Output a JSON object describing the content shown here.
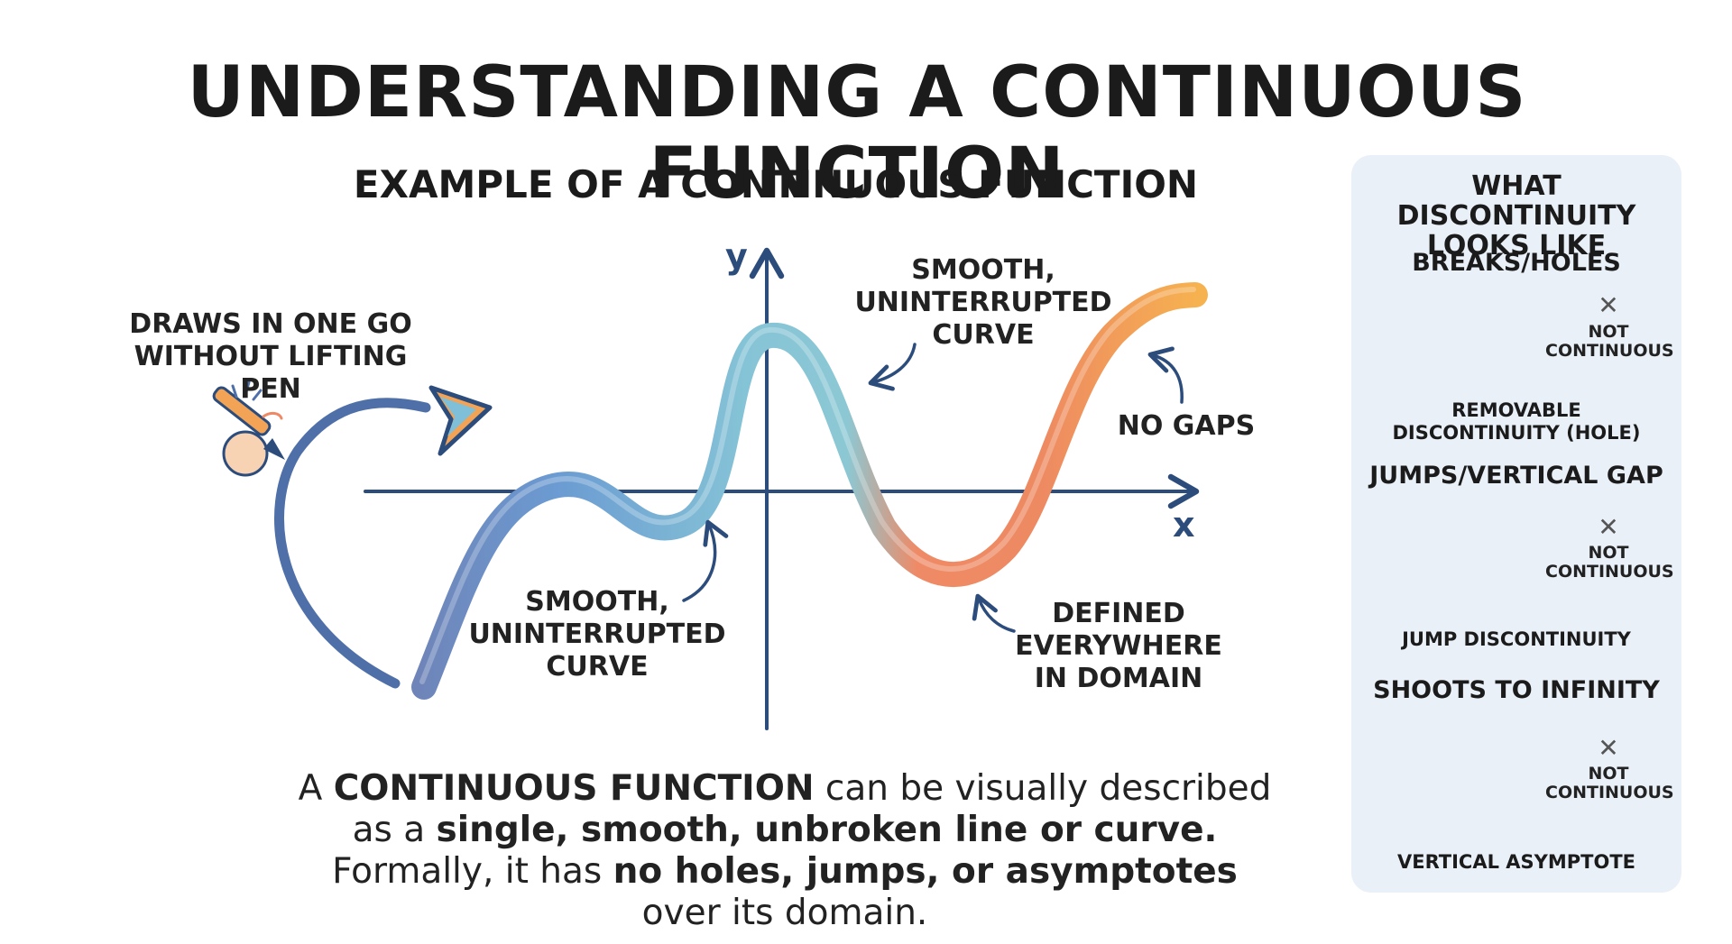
{
  "title": "UNDERSTANDING A CONTINUOUS FUNCTION",
  "example": {
    "subtitle": "EXAMPLE OF A CONTINUOUS FUNCTION",
    "axis_y": "y",
    "axis_x": "x",
    "annotations": {
      "draws_in_one_go": "DRAWS IN ONE GO\nWITHOUT LIFTING PEN",
      "smooth_top": "SMOOTH,\nUNINTERRUPTED\nCURVE",
      "smooth_bottom": "SMOOTH,\nUNINTERRUPTED\nCURVE",
      "no_gaps": "NO GAPS",
      "defined_everywhere": "DEFINED\nEVERYWHERE\nIN DOMAIN"
    }
  },
  "description": {
    "p1": "A ",
    "b1": "CONTINUOUS FUNCTION",
    "p2": " can be visually described as a ",
    "b2": "single, smooth, unbroken line or curve.",
    "p3": " Formally, it has ",
    "b3": "no holes, jumps, or asymptotes",
    "p4": " over its domain."
  },
  "panel": {
    "title": "WHAT DISCONTINUITY\nLOOKS LIKE",
    "examples": [
      {
        "heading": "BREAKS/HOLES",
        "not_label": "NOT\nCONTINUOUS",
        "caption": "REMOVABLE\nDISCONTINUITY (HOLE)"
      },
      {
        "heading": "JUMPS/VERTICAL GAP",
        "not_label": "NOT\nCONTINUOUS",
        "caption": "JUMP DISCONTINUITY"
      },
      {
        "heading": "SHOOTS TO INFINITY",
        "not_label": "NOT\nCONTINUOUS",
        "caption": "VERTICAL ASYMPTOTE"
      }
    ],
    "x_mark": "✕"
  },
  "colors": {
    "blue_dark": "#4e6fa8",
    "blue_mid": "#6b9bd2",
    "teal": "#85c3d6",
    "orange": "#f2a356",
    "coral": "#ee8865",
    "axis": "#2c4c7c",
    "panel_bg": "#e9f0f8"
  }
}
